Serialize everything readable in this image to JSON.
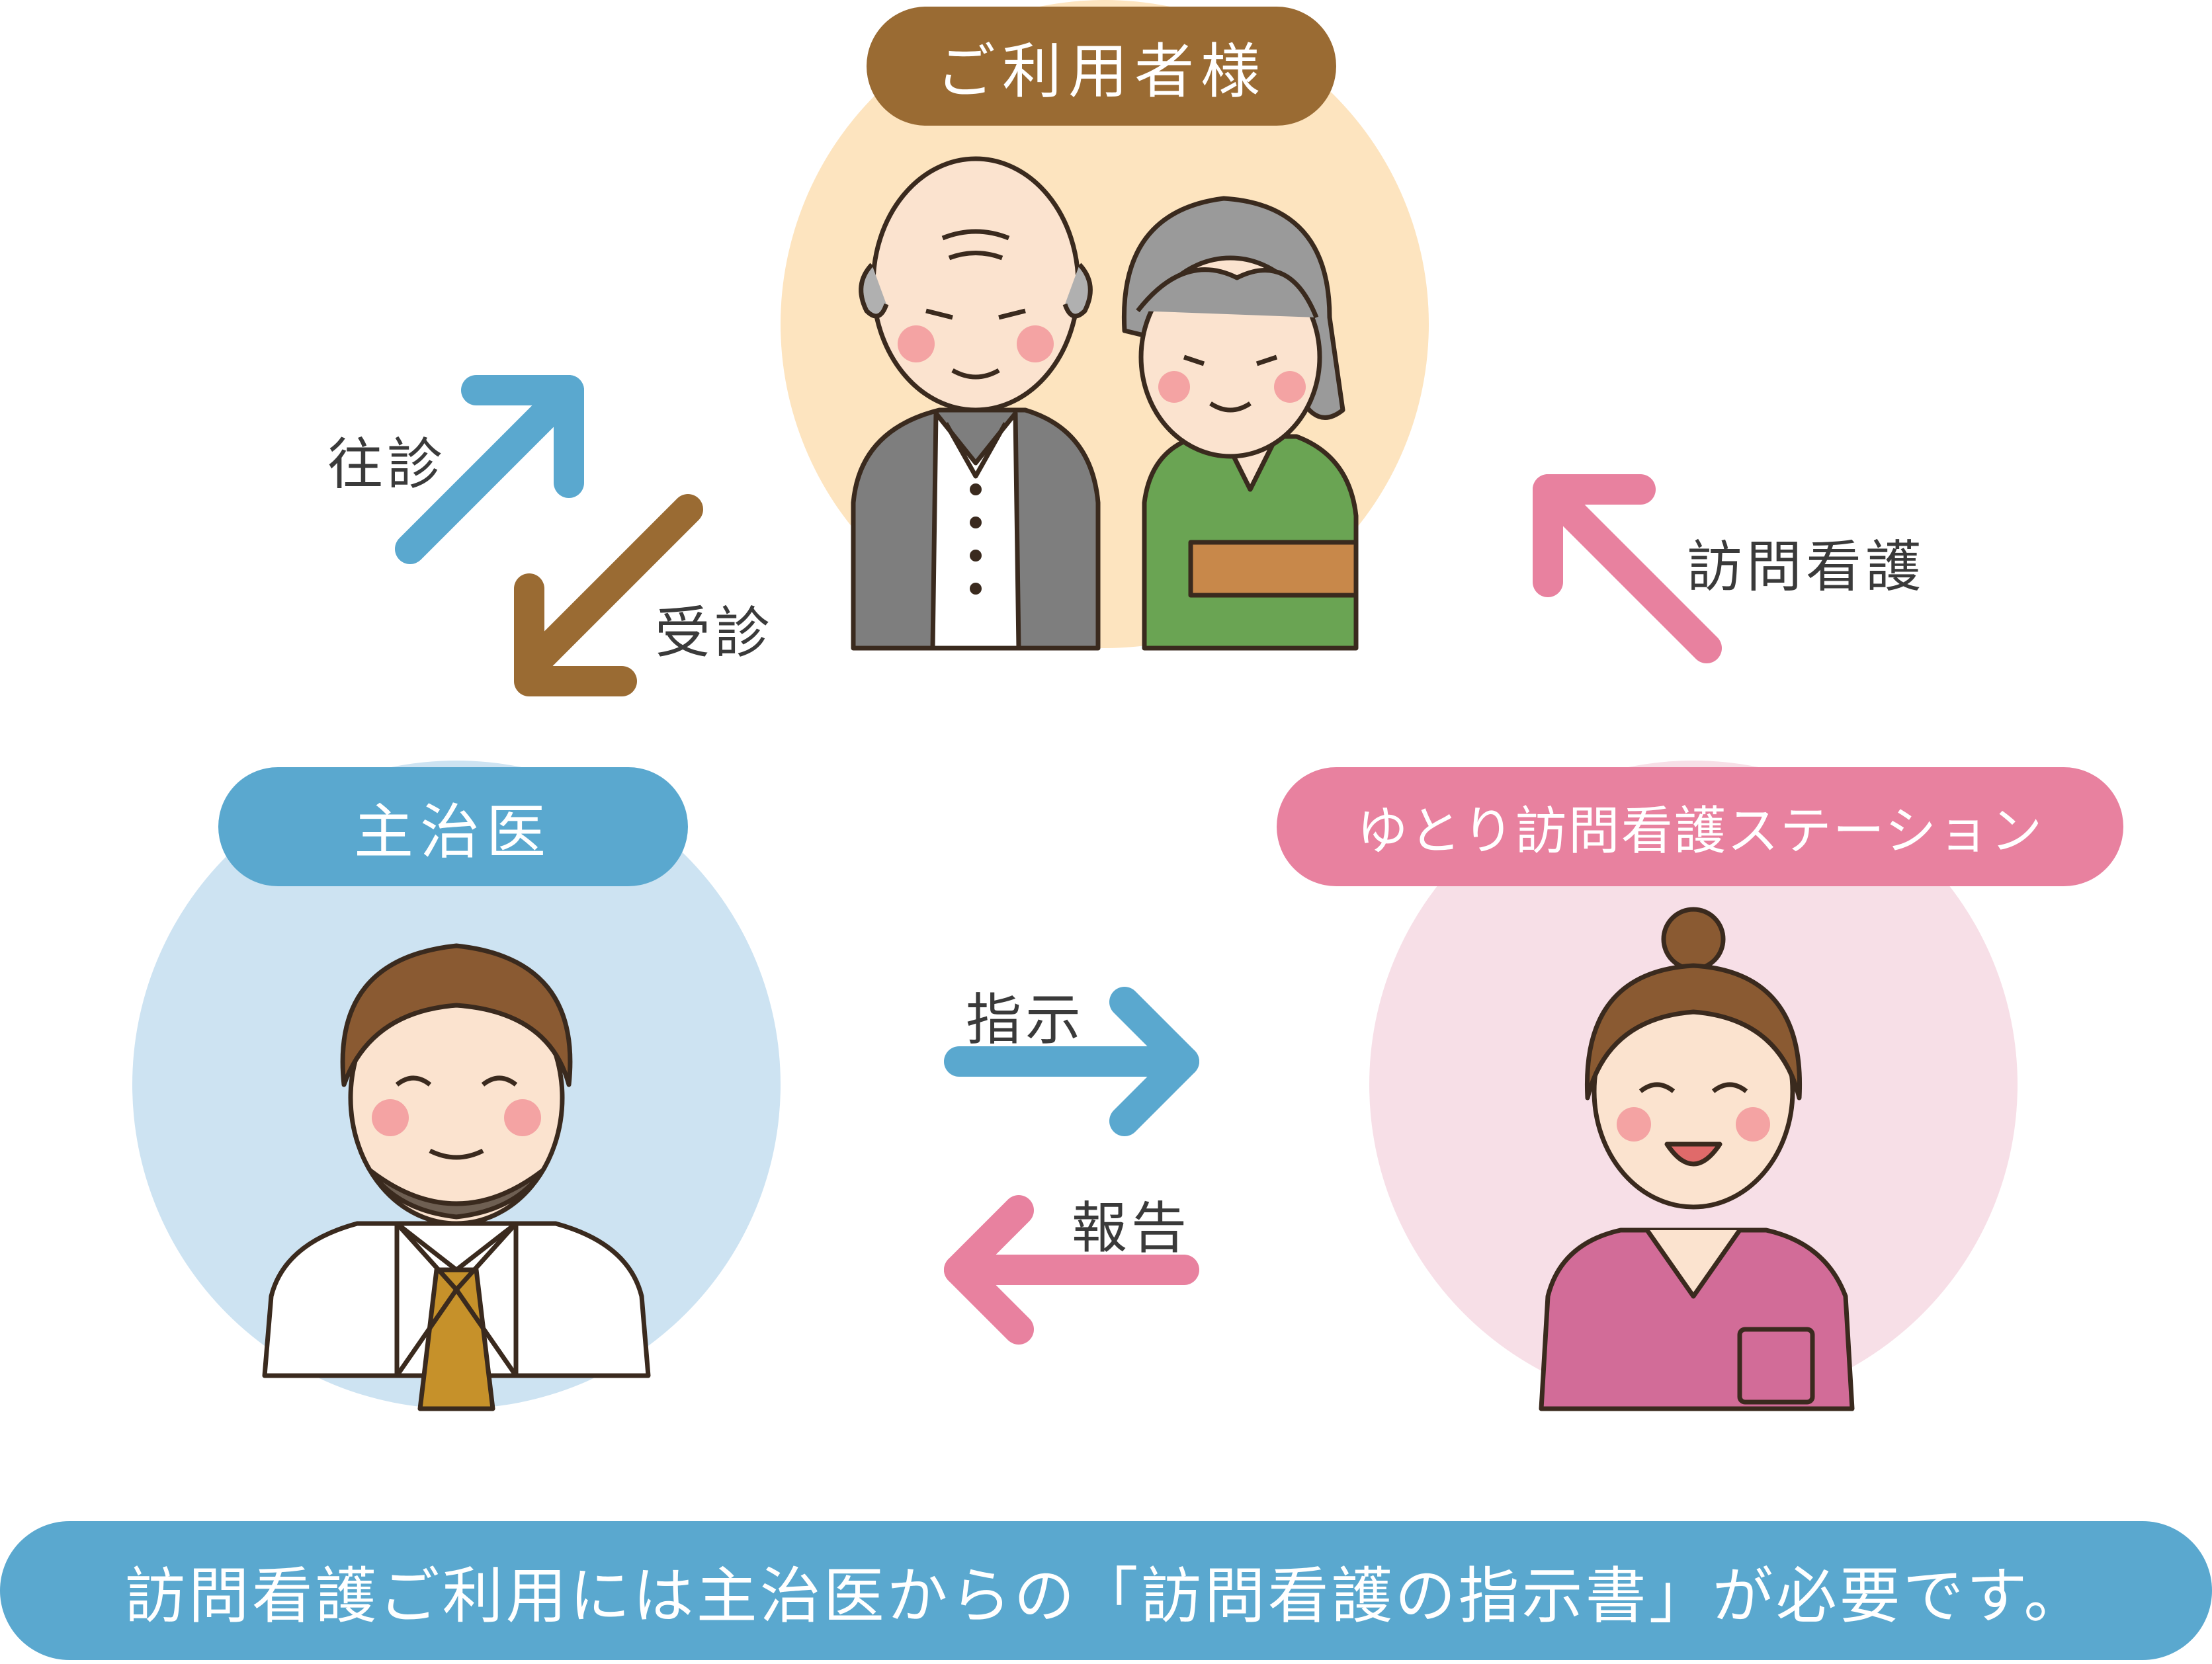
{
  "nodes": {
    "users": {
      "label": "ご利用者様",
      "color": "#9a6b33",
      "bg": "#fde4bf"
    },
    "doctor": {
      "label": "主治医",
      "color": "#5aa8cf",
      "bg": "#cde3f2"
    },
    "station": {
      "label": "ゆとり訪問看護ステーション",
      "color": "#e8819f",
      "bg": "#f7dfe7"
    }
  },
  "arrows": {
    "oushin": {
      "label": "往診",
      "color": "#5aa8cf"
    },
    "jushin": {
      "label": "受診",
      "color": "#9a6b33"
    },
    "houmon": {
      "label": "訪問看護",
      "color": "#e8819f"
    },
    "shiji": {
      "label": "指示",
      "color": "#5aa8cf"
    },
    "houkoku": {
      "label": "報告",
      "color": "#e8819f"
    }
  },
  "footer": {
    "text": "訪問看護ご利用には主治医からの「訪問看護の指示書」が必要です。",
    "color": "#5aa8cf"
  },
  "icons": [
    "elderly-couple-icon",
    "doctor-icon",
    "nurse-icon"
  ]
}
